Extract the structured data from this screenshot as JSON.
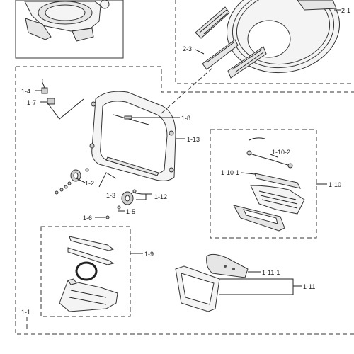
{
  "labels": {
    "l_2_1": "2-1",
    "l_2_3": "2-3",
    "l_1_4": "1-4",
    "l_1_7": "1-7",
    "l_1_8": "1-8",
    "l_1_13": "1-13",
    "l_1_10_2": "1-10-2",
    "l_1_10_1": "1-10-1",
    "l_1_10": "1-10",
    "l_1_2": "1-2",
    "l_1_3": "1-3",
    "l_1_12": "1-12",
    "l_1_5": "1-5",
    "l_1_6": "1-6",
    "l_1_9": "1-9",
    "l_1_11_1": "1-11-1",
    "l_1_11": "1-11",
    "l_1_1": "1-1"
  }
}
